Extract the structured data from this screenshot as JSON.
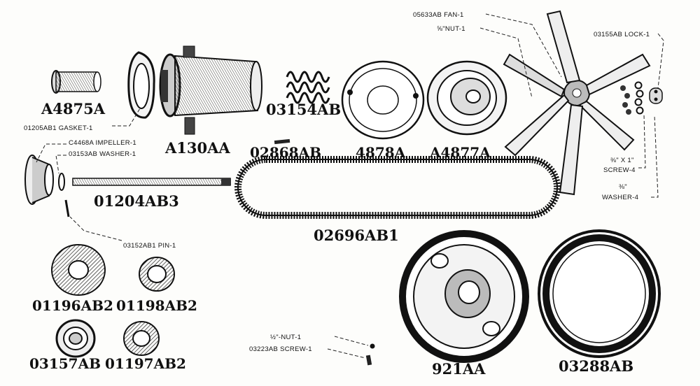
{
  "parts": {
    "a4875a": "A4875A",
    "a130aa": "A130AA",
    "p03154ab": "03154AB",
    "p02868ab": "02868AB",
    "p4878a": "4878A",
    "a4877a": "A4877A",
    "p0120403": "01204AB3",
    "p02696ab1": "02696AB1",
    "p01196ab2": "01196AB2",
    "p01198ab2": "01198AB2",
    "p03157ab": "03157AB",
    "p01197ab2": "01197AB2",
    "p921aa": "921AA",
    "p03288ab": "03288AB"
  },
  "callouts": {
    "gasket": "01205AB1 GASKET-1",
    "impeller": "C4468A IMPELLER-1",
    "washer": "03153AB WASHER-1",
    "pin": "03152AB1 PIN-1",
    "fan": "05633AB FAN-1",
    "nut_fan": "⅝\"NUT-1",
    "lock": "03155AB LOCK-1",
    "screw_size": "⅜\" X 1\"",
    "screw4": "SCREW-4",
    "washer_size": "⅜\"",
    "washer4": "WASHER-4",
    "nut_half": "½\"-NUT-1",
    "screw03223": "03223AB SCREW-1"
  }
}
